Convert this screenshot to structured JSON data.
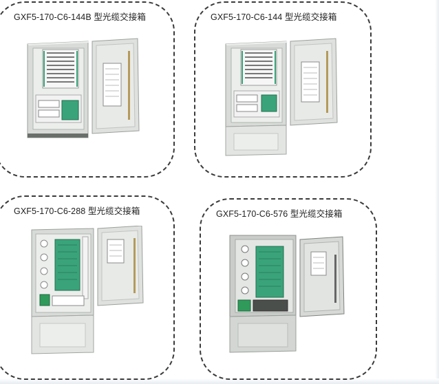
{
  "products": [
    {
      "title": "GXF5-170-C6-144B 型光缆交接箱",
      "model": "144B",
      "has_base": false
    },
    {
      "title": "GXF5-170-C6-144 型光缆交接箱",
      "model": "144",
      "has_base": true
    },
    {
      "title": "GXF5-170-C6-288 型光缆交接箱",
      "model": "288",
      "has_base": true
    },
    {
      "title": "GXF5-170-C6-576 型光缆交接箱",
      "model": "576",
      "has_base": true
    }
  ],
  "colors": {
    "cabinet": "#d9dcd9",
    "cabinet_dark": "#b8bcb8",
    "panel_green": "#3aa37a",
    "label_card": "#ffffff",
    "card_border": "#3a3a3a"
  }
}
